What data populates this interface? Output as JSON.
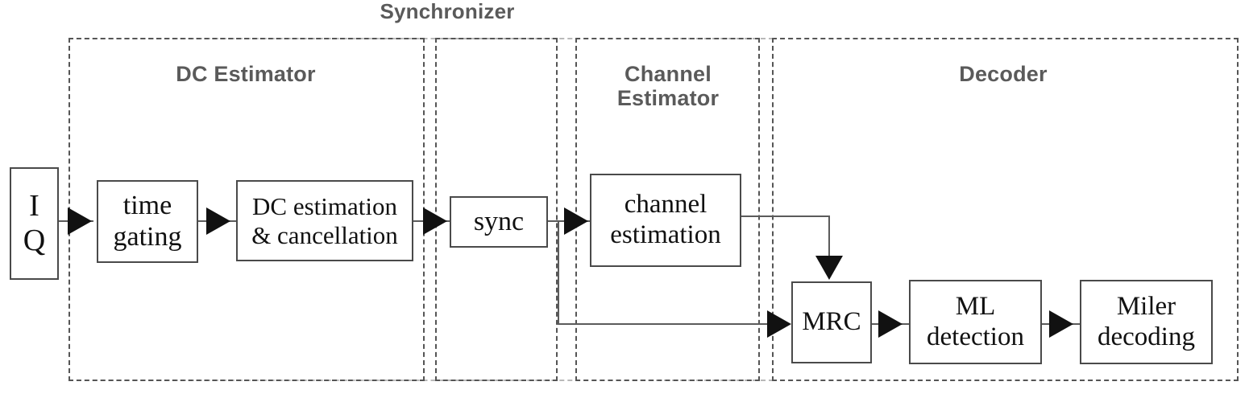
{
  "diagram": {
    "title": "Synchronizer",
    "groups": [
      {
        "id": "synchronizer",
        "label": "Synchronizer",
        "style": "light"
      },
      {
        "id": "dc-estimator",
        "label": "DC Estimator",
        "style": "dark"
      },
      {
        "id": "sync-region",
        "label": "",
        "style": "dark"
      },
      {
        "id": "channel-estimator",
        "label": "Channel\nEstimator",
        "style": "dark"
      },
      {
        "id": "decoder",
        "label": "Decoder",
        "style": "dark"
      }
    ],
    "blocks": [
      {
        "id": "iq",
        "label": "I\nQ"
      },
      {
        "id": "time-gating",
        "label": "time\ngating"
      },
      {
        "id": "dc-estimation-cancellation",
        "label": "DC estimation\n& cancellation"
      },
      {
        "id": "sync",
        "label": "sync"
      },
      {
        "id": "channel-estimation",
        "label": "channel\nestimation"
      },
      {
        "id": "mrc",
        "label": "MRC"
      },
      {
        "id": "ml-detection",
        "label": "ML\ndetection"
      },
      {
        "id": "miler-decoding",
        "label": "Miler\ndecoding"
      }
    ],
    "connections": [
      {
        "from": "iq",
        "to": "time-gating",
        "direction": "right"
      },
      {
        "from": "time-gating",
        "to": "dc-estimation-cancellation",
        "direction": "right"
      },
      {
        "from": "dc-estimation-cancellation",
        "to": "sync",
        "direction": "right"
      },
      {
        "from": "sync",
        "to": "channel-estimation",
        "direction": "right"
      },
      {
        "from": "sync",
        "to": "mrc",
        "direction": "right"
      },
      {
        "from": "channel-estimation",
        "to": "mrc",
        "direction": "down"
      },
      {
        "from": "mrc",
        "to": "ml-detection",
        "direction": "right"
      },
      {
        "from": "ml-detection",
        "to": "miler-decoding",
        "direction": "right"
      }
    ],
    "colors": {
      "block_border": "#4a4a4a",
      "group_border_dark": "#555555",
      "group_border_light": "#b9b9b9",
      "label_color": "#5a5a5a",
      "line_color": "#5b5b5b",
      "arrow_color": "#111111",
      "background": "#ffffff"
    }
  }
}
